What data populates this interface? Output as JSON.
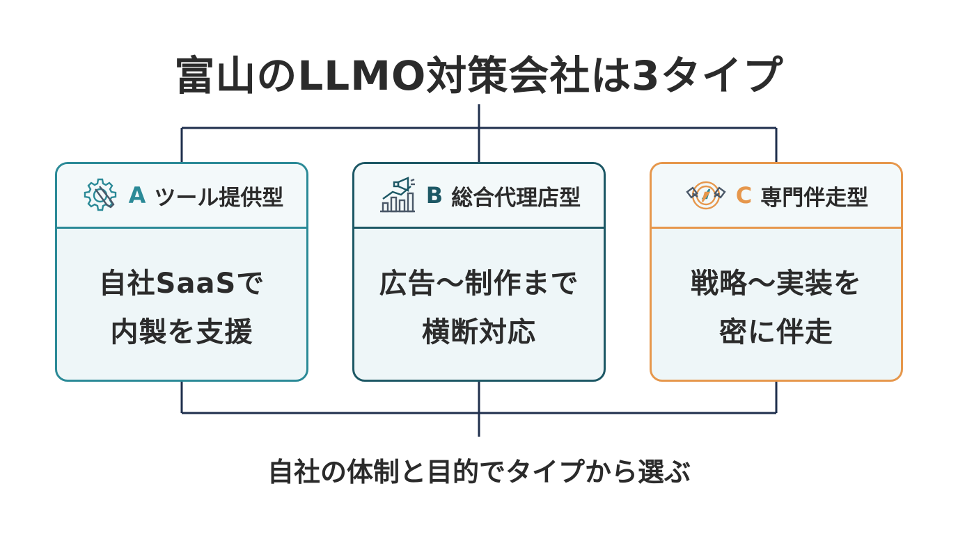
{
  "title": "富山のLLMO対策会社は3タイプ",
  "colors": {
    "line": "#1f2f4d",
    "type_a": "#2b8a97",
    "type_b": "#1d5865",
    "type_c": "#e6974c",
    "card_bg": "#eef6f8"
  },
  "types": [
    {
      "letter": "A",
      "name": "ツール提供型",
      "icon": "gear-wrench-icon",
      "desc_line1": "自社SaaSで",
      "desc_line2": "内製を支援"
    },
    {
      "letter": "B",
      "name": "総合代理店型",
      "icon": "megaphone-chart-icon",
      "desc_line1": "広告〜制作まで",
      "desc_line2": "横断対応"
    },
    {
      "letter": "C",
      "name": "専門伴走型",
      "icon": "compass-handshake-icon",
      "desc_line1": "戦略〜実装を",
      "desc_line2": "密に伴走"
    }
  ],
  "footer": "自社の体制と目的でタイプから選ぶ"
}
